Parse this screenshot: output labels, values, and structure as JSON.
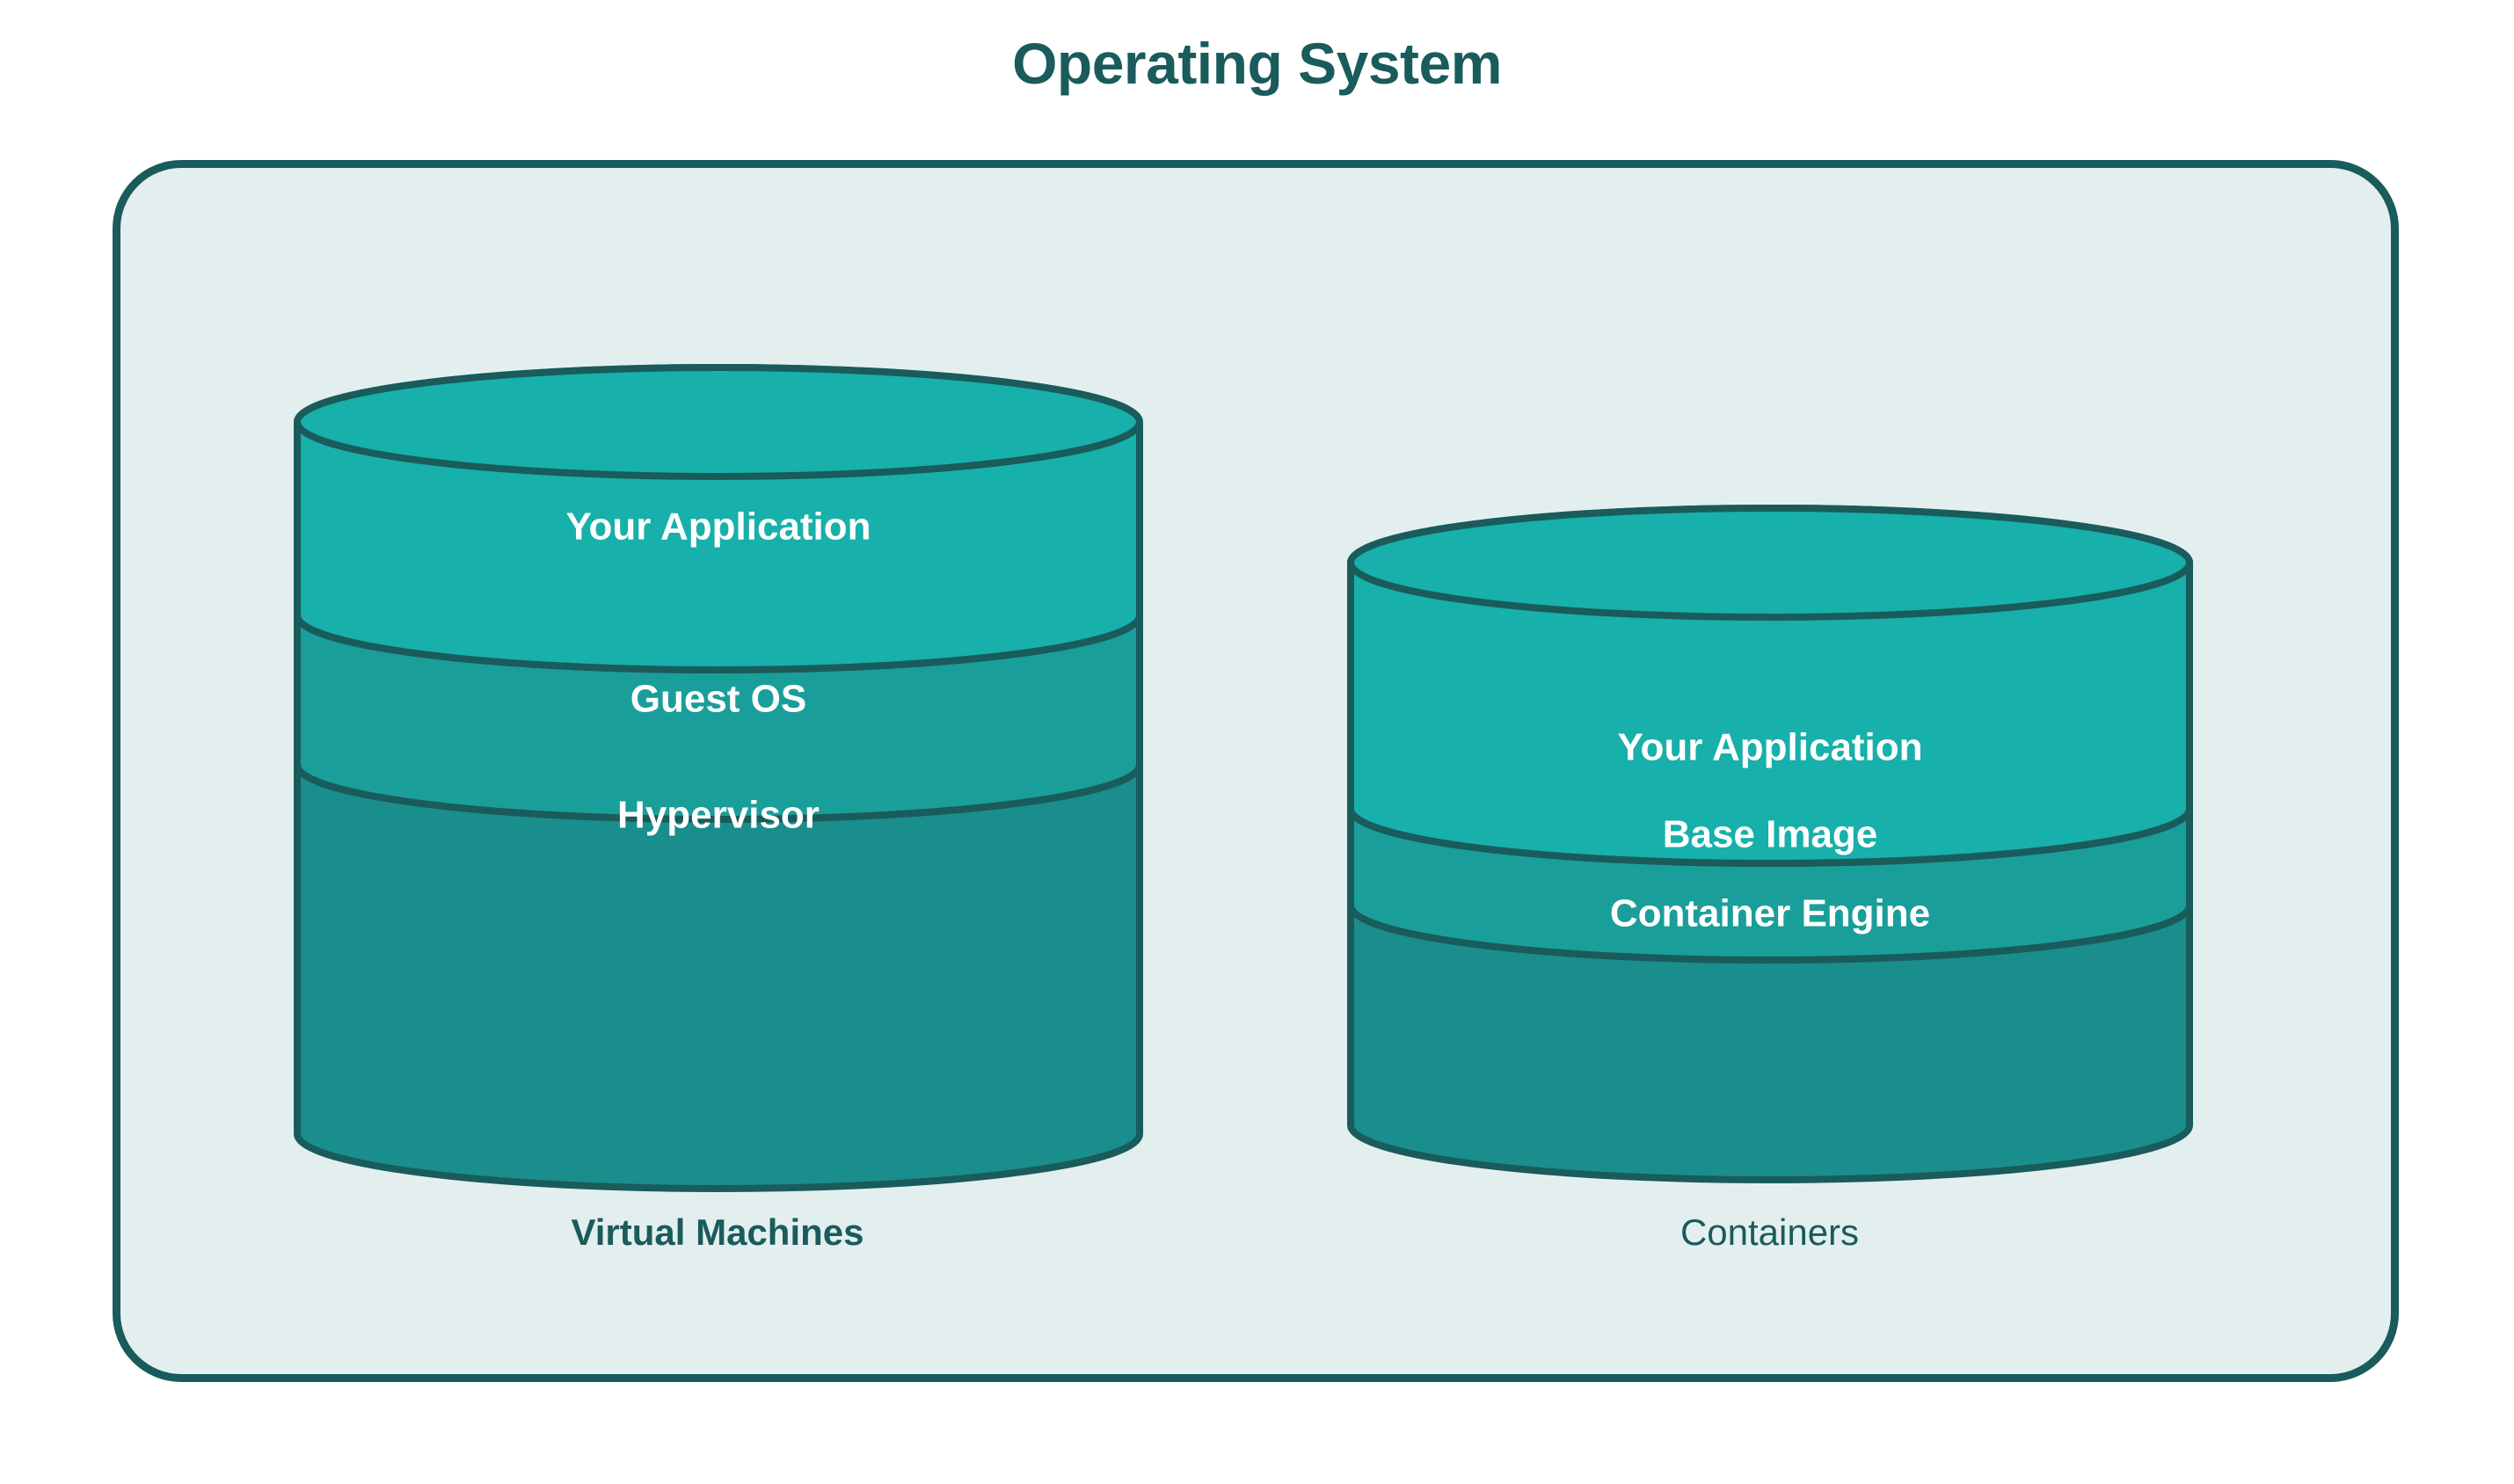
{
  "diagram": {
    "title": "Operating System",
    "colors": {
      "title_text": "#1A5B5C",
      "box_border": "#1A5B5C",
      "box_fill": "#E3EFEE",
      "stroke": "#1A5B5C",
      "layer_top": "#17B0AA",
      "layer_mid": "#1A9E99",
      "layer_bottom": "#198E8C",
      "layer_text": "#FFFFFF",
      "page_background": "#FFFFFF"
    },
    "stacks": [
      {
        "id": "virtual-machines",
        "caption": "Virtual Machines",
        "caption_weight": "bold",
        "layers": [
          {
            "label": "Your Application",
            "color": "#17B0AA"
          },
          {
            "label": "Guest OS",
            "color": "#1A9E99"
          },
          {
            "label": "Hypervisor",
            "color": "#198E8C"
          }
        ]
      },
      {
        "id": "containers",
        "caption": "Containers",
        "caption_weight": "normal",
        "layers": [
          {
            "label": "Your Application",
            "color": "#17B0AA"
          },
          {
            "label": "Base Image",
            "color": "#1A9E99"
          },
          {
            "label": "Container Engine",
            "color": "#198E8C"
          }
        ]
      }
    ]
  }
}
